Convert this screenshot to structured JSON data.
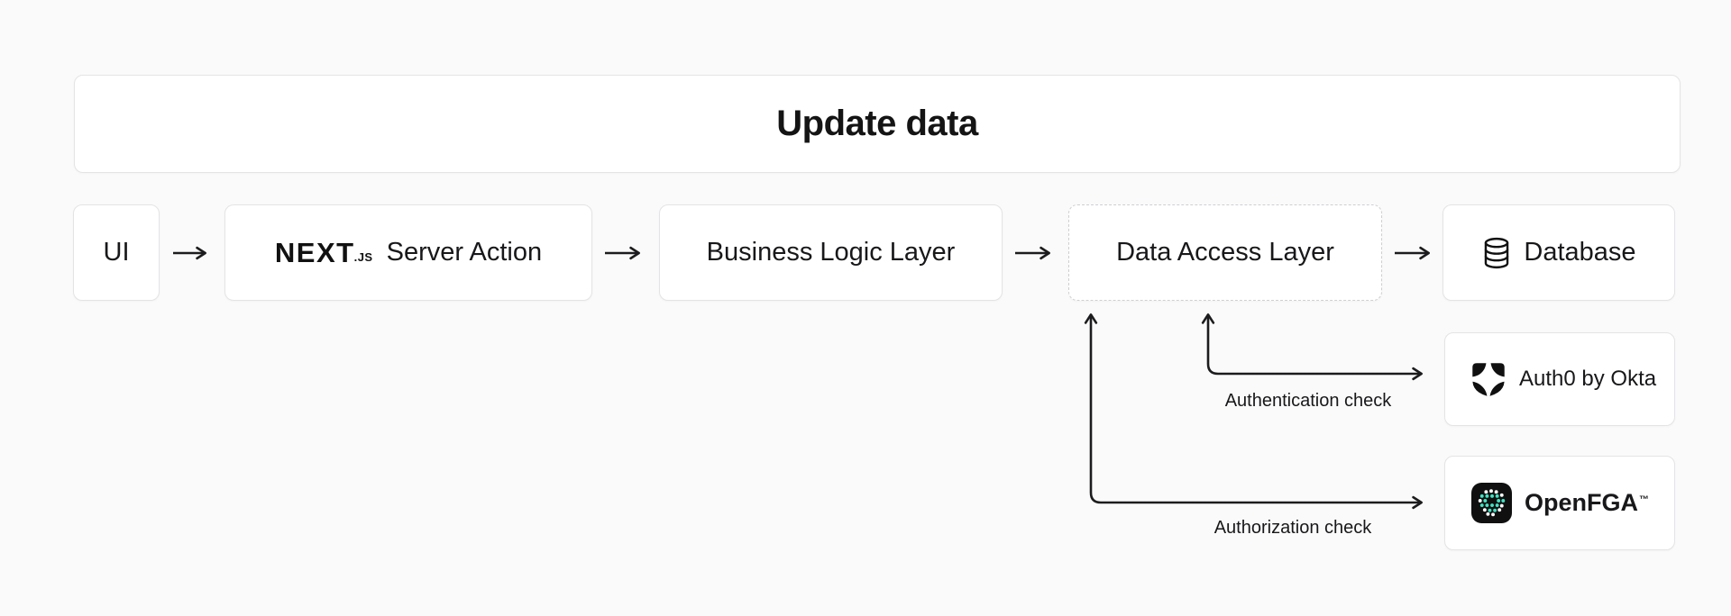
{
  "diagram": {
    "title": "Update data",
    "nodes": {
      "ui": {
        "label": "UI"
      },
      "server_action": {
        "brand": "NEXT",
        "brand_suffix": ".JS",
        "label": "Server Action"
      },
      "business_logic": {
        "label": "Business Logic Layer"
      },
      "data_access": {
        "label": "Data Access Layer"
      },
      "database": {
        "label": "Database",
        "icon": "database-cylinder-icon"
      }
    },
    "services": {
      "auth0": {
        "label": "Auth0 by Okta",
        "icon": "auth0-shield-icon"
      },
      "openfga": {
        "label": "OpenFGA",
        "trademark": "™",
        "icon": "openfga-icon"
      }
    },
    "edges": {
      "authentication_label": "Authentication check",
      "authorization_label": "Authorization check"
    },
    "colors": {
      "background": "#fafafa",
      "card": "#ffffff",
      "card_border": "#e4e4e6",
      "dashed_border": "#cfcfd4",
      "text": "#18181b",
      "arrow": "#1c1c1e",
      "openfga_teal": "#41e3c3",
      "icon_black": "#101010"
    }
  }
}
